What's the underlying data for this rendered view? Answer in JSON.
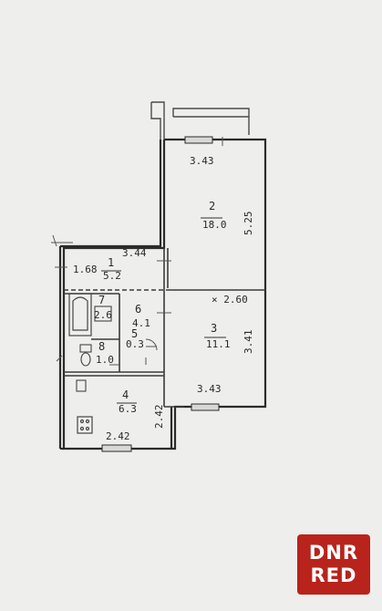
{
  "rooms": [
    {
      "id": "room-2",
      "number": "2",
      "area": "18.0",
      "width": "3.43",
      "depth": "5.25"
    },
    {
      "id": "room-3",
      "number": "3",
      "area": "11.1",
      "width": "3.43",
      "depth": "3.41",
      "extra": "2.60"
    },
    {
      "id": "room-1",
      "number": "1",
      "area": "5.2",
      "width": "3.44",
      "depth": "1.68"
    },
    {
      "id": "room-6",
      "number": "6",
      "area": "4.1"
    },
    {
      "id": "room-7",
      "number": "7",
      "area": "2.6"
    },
    {
      "id": "room-8",
      "number": "8",
      "area": "1.0"
    },
    {
      "id": "room-4",
      "number": "4",
      "area": "6.3",
      "width": "2.42",
      "depth": "2.42"
    },
    {
      "id": "room-5",
      "number": "5",
      "area": "0.3"
    }
  ],
  "watermark": {
    "line1": "DNR",
    "line2": "RED"
  },
  "colors": {
    "paper": "#eeeeec",
    "ink": "#2a2a2a",
    "watermark": "#b8231c"
  }
}
